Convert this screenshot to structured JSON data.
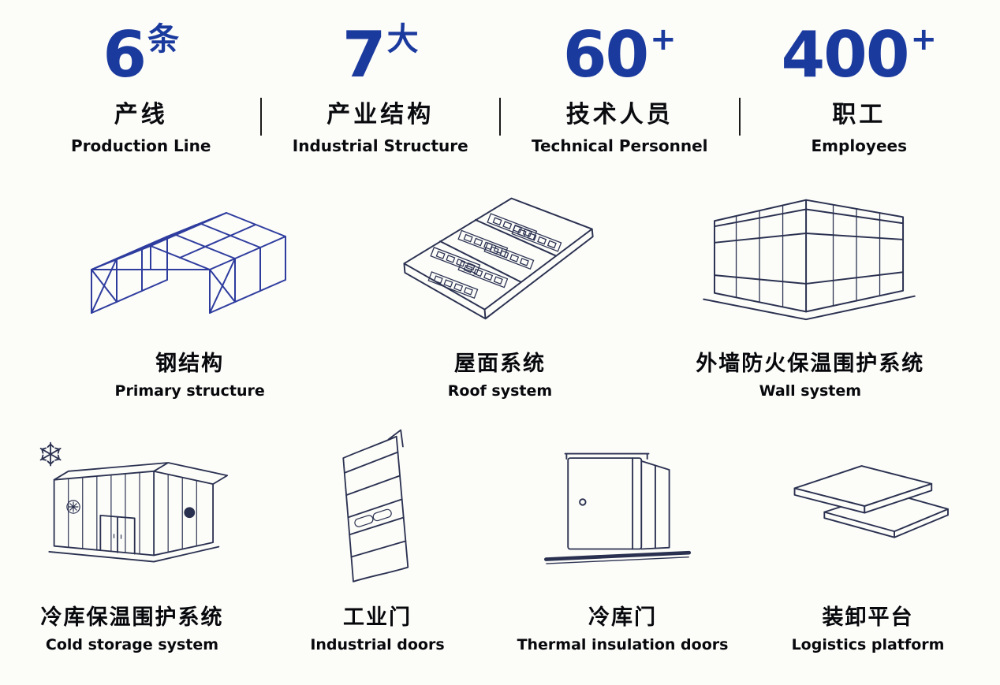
{
  "colors": {
    "accent_blue": "#1b3a9e",
    "illustration_line": "#2a3150",
    "steel_structure_blue": "#2e3c9e",
    "text_black": "#07080c",
    "background": "#fcfcf9"
  },
  "stats": {
    "items": [
      {
        "value": "6",
        "suffix": "条",
        "label_cn": "产线",
        "label_en": "Production Line"
      },
      {
        "value": "7",
        "suffix": "大",
        "label_cn": "产业结构",
        "label_en": "Industrial Structure"
      },
      {
        "value": "60",
        "suffix": "+",
        "label_cn": "技术人员",
        "label_en": "Technical Personnel"
      },
      {
        "value": "400",
        "suffix": "+",
        "label_cn": "职工",
        "label_en": "Employees"
      }
    ]
  },
  "products": {
    "row1": [
      {
        "icon": "steel-structure-icon",
        "label_cn": "钢结构",
        "label_en": "Primary structure"
      },
      {
        "icon": "roof-system-icon",
        "label_cn": "屋面系统",
        "label_en": "Roof system"
      },
      {
        "icon": "wall-system-icon",
        "label_cn": "外墙防火保温围护系统",
        "label_en": "Wall system"
      }
    ],
    "row2": [
      {
        "icon": "cold-storage-icon",
        "label_cn": "冷库保温围护系统",
        "label_en": "Cold storage system"
      },
      {
        "icon": "industrial-door-icon",
        "label_cn": "工业门",
        "label_en": "Industrial doors"
      },
      {
        "icon": "thermal-door-icon",
        "label_cn": "冷库门",
        "label_en": "Thermal insulation doors"
      },
      {
        "icon": "loading-platform-icon",
        "label_cn": "装卸平台",
        "label_en": "Logistics platform"
      }
    ]
  }
}
